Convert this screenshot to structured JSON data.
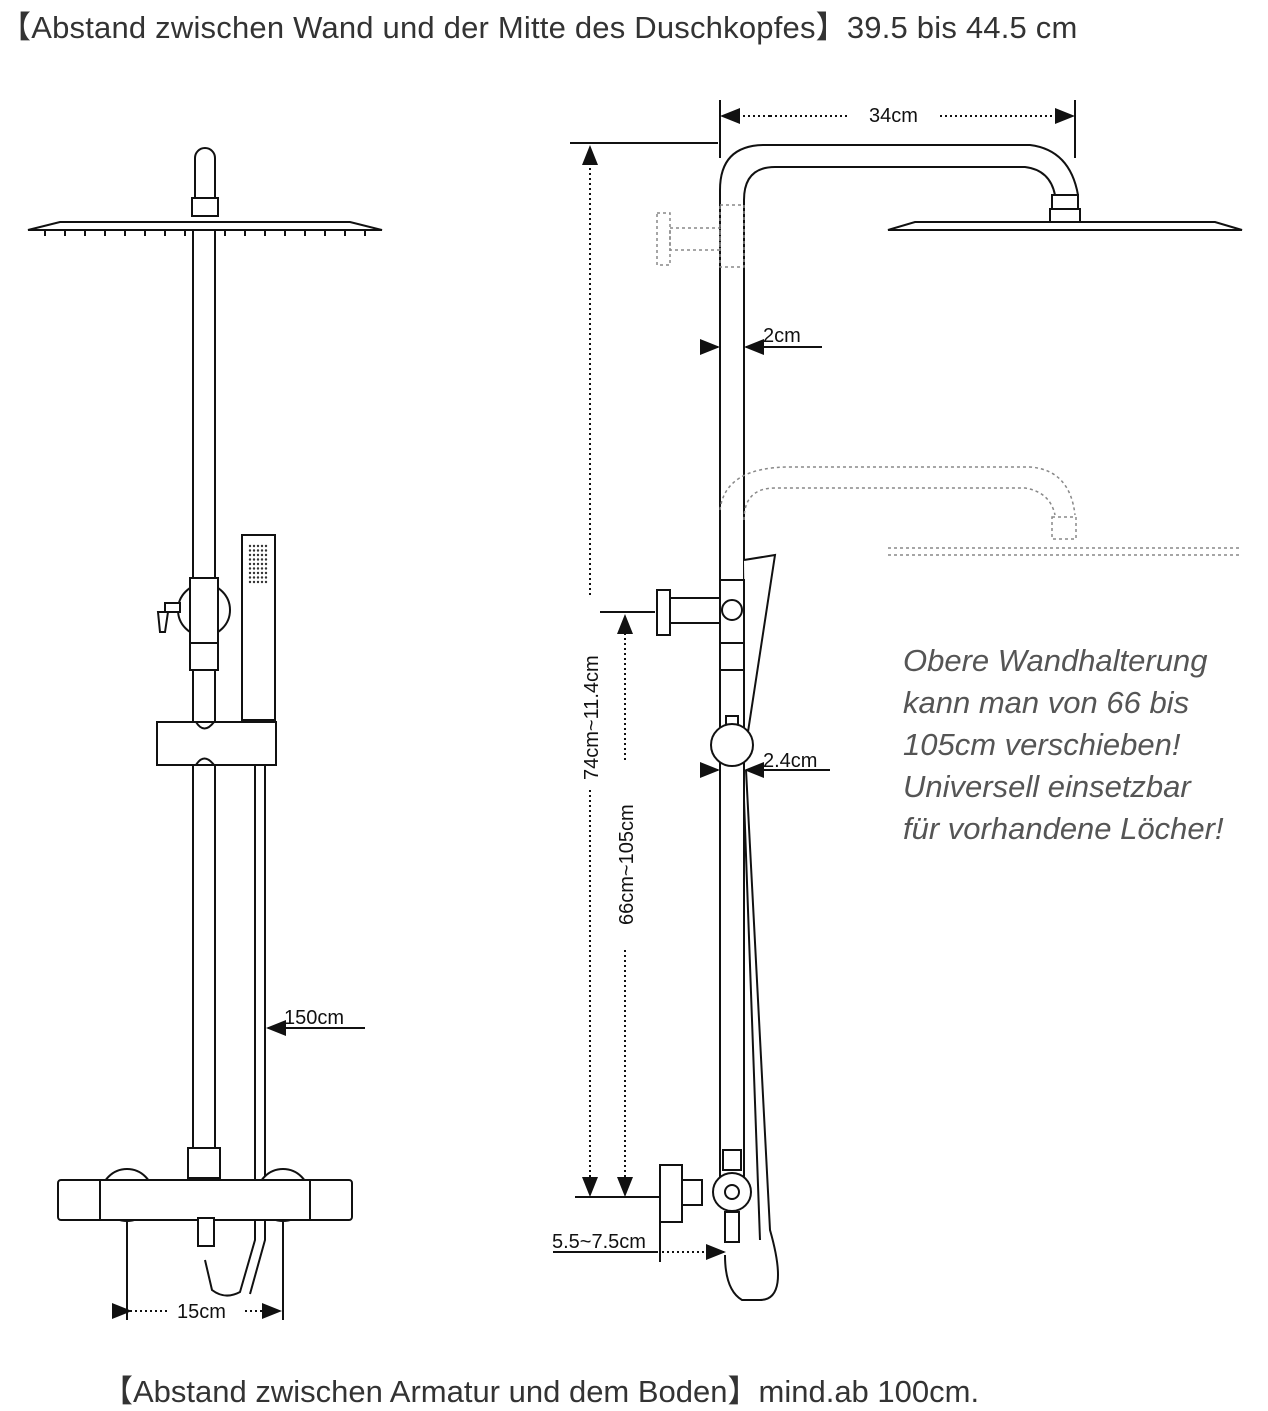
{
  "header": {
    "text": "【Abstand zwischen Wand und der Mitte des Duschkopfes】39.5 bis 44.5 cm"
  },
  "footer": {
    "text": "【Abstand zwischen Armatur und dem Boden】mind.ab 100cm."
  },
  "note": {
    "lines": [
      "Obere Wandhalterung",
      "kann man von 66 bis",
      "105cm verschieben!",
      "Universell einsetzbar",
      "für vorhandene Löcher!"
    ]
  },
  "dimensions": {
    "arm_length": "34cm",
    "pipe_diameter": "2cm",
    "slider_diameter": "2.4cm",
    "hose_length": "150cm",
    "valve_spacing": "15cm",
    "total_height": "74cm~11.4cm",
    "bracket_range": "66cm~105cm",
    "wall_offset": "5.5~7.5cm"
  }
}
